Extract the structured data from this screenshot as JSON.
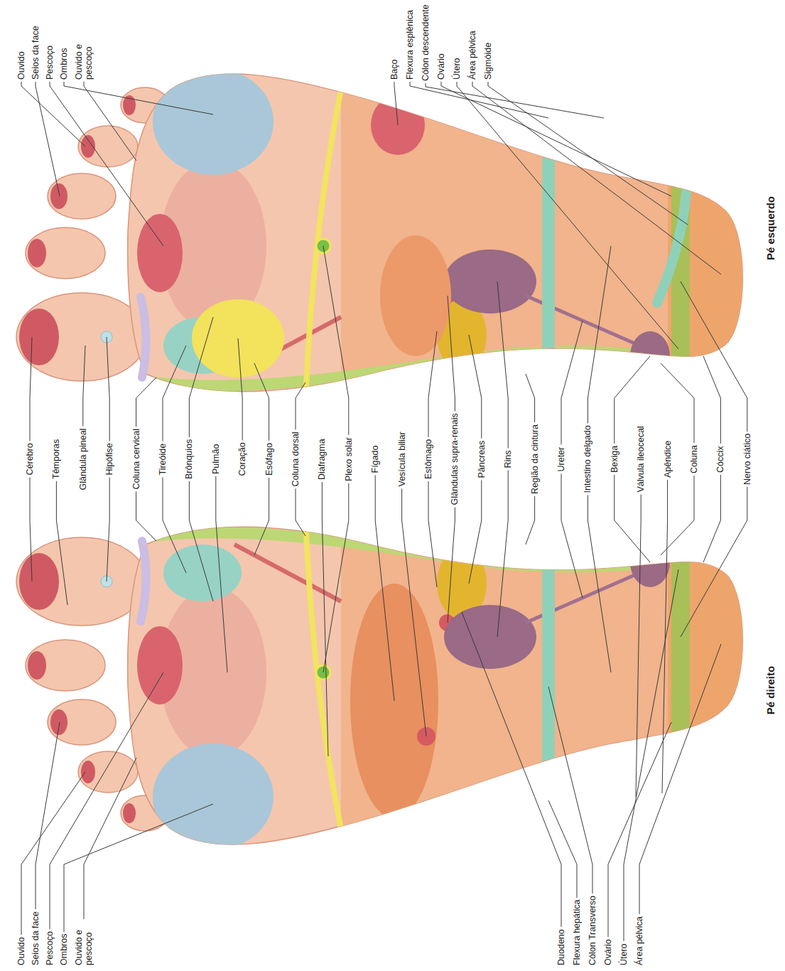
{
  "diagram": {
    "nodes": [
      {
        "text": [
          "Pé direito"
        ]
      },
      {
        "text": [
          "Pé esquerdo"
        ]
      }
    ],
    "labels": [
      "Ouvido",
      "Seios da face",
      "Pescoço",
      "Ombros",
      "Ouvido e pescoço",
      "Duodeno",
      "Flexura hepática",
      "Cólon Transverso",
      "Ovário",
      "Útero",
      "Área pélvica",
      "Cérebro",
      "Têmporas",
      "Glândula pineal",
      "Hipófise",
      "Coluna cervical",
      "Tireóide",
      "Brônquios",
      "Pulmão",
      "Coração",
      "Esôfago",
      "Coluna dorsal",
      "Diafragma",
      "Plexo solar",
      "Fígado",
      "Vesícula biliar",
      "Estômago",
      "Glândulas supra-renais",
      "Pâncreas",
      "Rins",
      "Região da cintura",
      "Ureter",
      "Intestino delgado",
      "Bexiga",
      "Válvula ileocecal",
      "Apêndice",
      "Coluna",
      "Cóccix",
      "Nervo ciático",
      "Ouvido",
      "Seios da face",
      "Pescoço",
      "Ombros",
      "Ouvido e pescoço",
      "Baço",
      "Flexura esplênica",
      "Cólon descendente",
      "Ovário",
      "Útero",
      "Área pélvica",
      "Sigmóide"
    ]
  }
}
